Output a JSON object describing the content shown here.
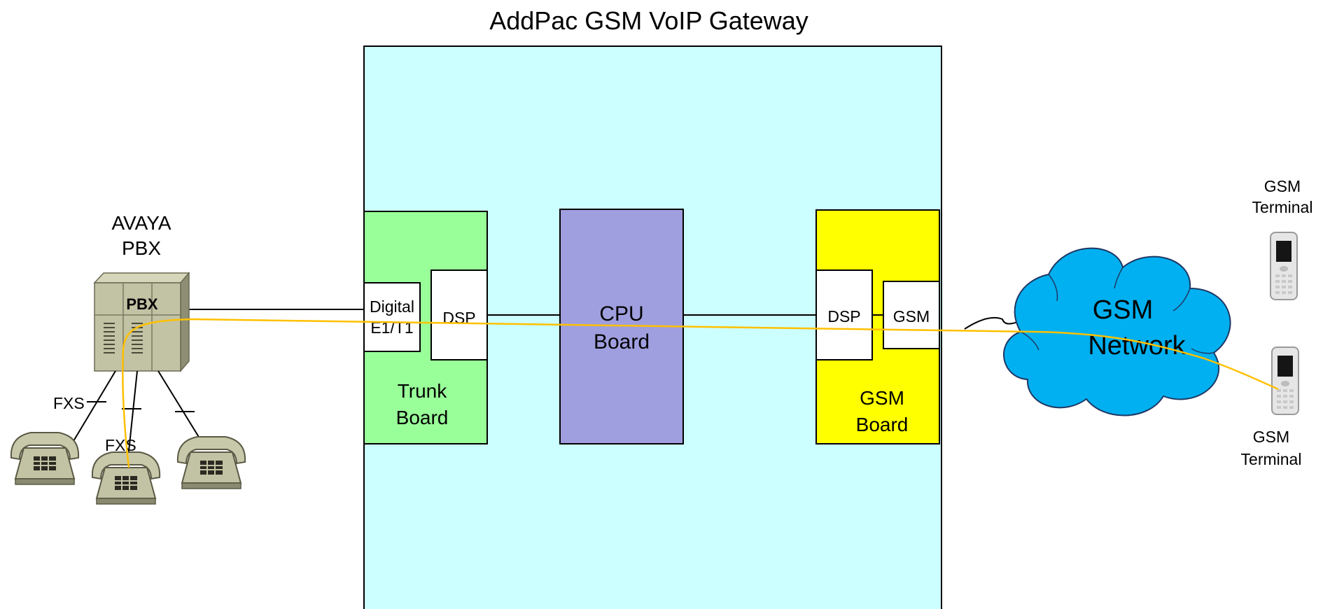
{
  "title": "AddPac GSM VoIP Gateway",
  "pbx": {
    "label_line1": "AVAYA",
    "label_line2": "PBX",
    "device_text": "PBX"
  },
  "fxs": {
    "label_a": "FXS",
    "label_b": "FXS"
  },
  "trunk_board": {
    "label_line1": "Trunk",
    "label_line2": "Board",
    "interface_line1": "Digital",
    "interface_line2": "E1/T1",
    "dsp": "DSP"
  },
  "cpu_board": {
    "label_line1": "CPU",
    "label_line2": "Board"
  },
  "gsm_board": {
    "label_line1": "GSM",
    "label_line2": "Board",
    "dsp": "DSP",
    "gsm": "GSM"
  },
  "gsm_network": {
    "label_line1": "GSM",
    "label_line2": "Network"
  },
  "terminal_top": {
    "label_line1": "GSM",
    "label_line2": "Terminal"
  },
  "terminal_bottom": {
    "label_line1": "GSM",
    "label_line2": "Terminal"
  },
  "colors": {
    "gateway_fill": "#ccffff",
    "trunk_fill": "#99ff99",
    "cpu_fill": "#9f9fdf",
    "gsm_board_fill": "#ffff00",
    "cloud_fill": "#00b0f0",
    "call_path": "#ffc000",
    "phone_body": "#c2c2a4"
  }
}
